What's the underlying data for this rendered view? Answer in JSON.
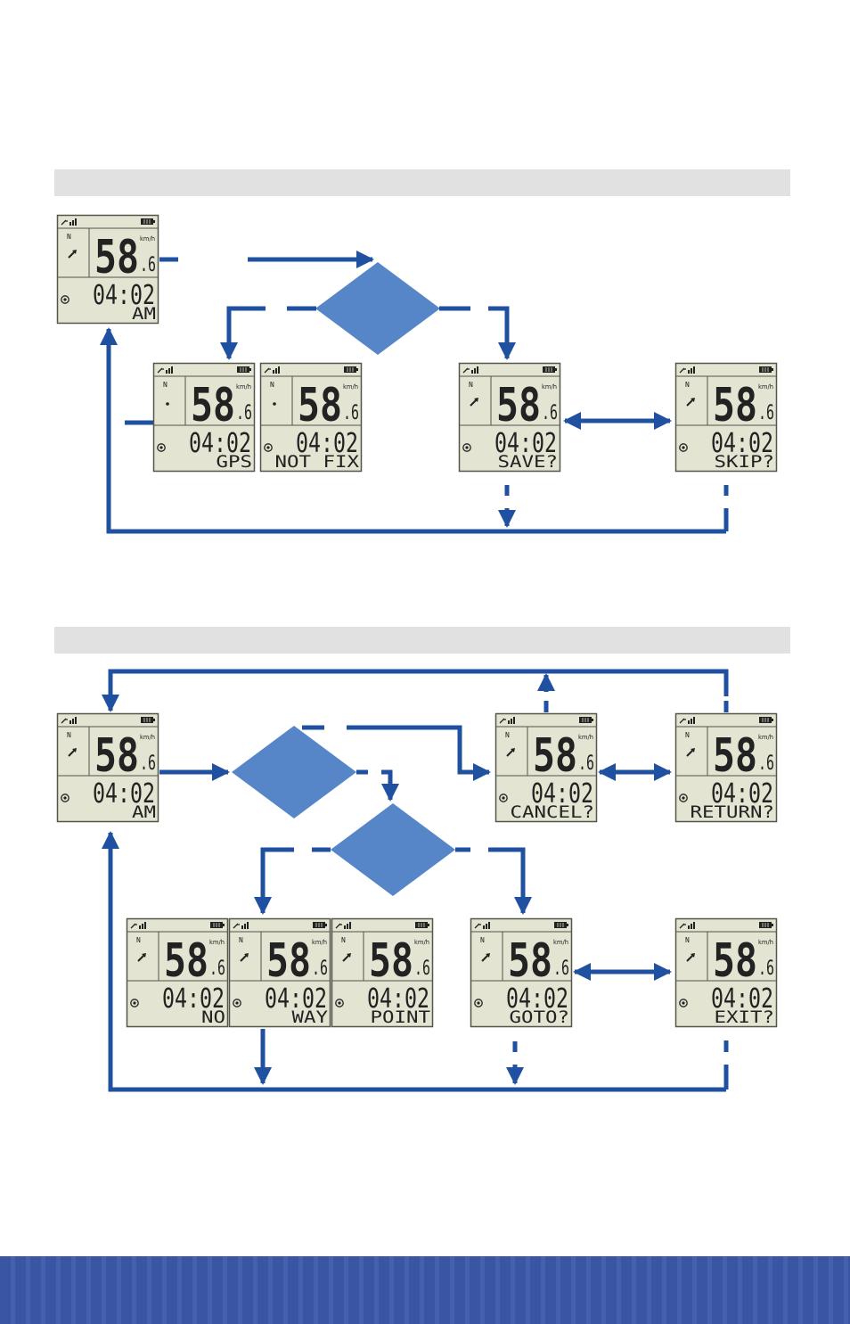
{
  "sections": [
    {
      "name": "section-1"
    },
    {
      "name": "section-2"
    }
  ],
  "screen_common": {
    "speed_main": "58",
    "speed_decimal": ".6",
    "speed_unit": "km/h",
    "time": "04:02",
    "north_label": "N"
  },
  "screens": [
    {
      "name": "home-screen-1",
      "label": "AM",
      "indicator": "arrow"
    },
    {
      "name": "gps-screen",
      "label": "GPS",
      "indicator": "dot"
    },
    {
      "name": "not-fix-screen",
      "label": "NOT FIX",
      "indicator": "dot"
    },
    {
      "name": "save-screen",
      "label": "SAVE?",
      "indicator": "arrow"
    },
    {
      "name": "skip-screen",
      "label": "SKIP?",
      "indicator": "arrow"
    },
    {
      "name": "home-screen-2",
      "label": "AM",
      "indicator": "arrow"
    },
    {
      "name": "cancel-screen",
      "label": "CANCEL?",
      "indicator": "arrow"
    },
    {
      "name": "return-screen",
      "label": "RETURN?",
      "indicator": "arrow"
    },
    {
      "name": "no-screen",
      "label": "NO",
      "indicator": "arrow"
    },
    {
      "name": "way-screen",
      "label": "WAY",
      "indicator": "arrow"
    },
    {
      "name": "point-screen",
      "label": "POINT",
      "indicator": "arrow"
    },
    {
      "name": "goto-screen",
      "label": "GOTO?",
      "indicator": "arrow"
    },
    {
      "name": "exit-screen",
      "label": "EXIT?",
      "indicator": "arrow"
    }
  ],
  "decisions": [
    {
      "name": "decision-1"
    },
    {
      "name": "decision-2"
    },
    {
      "name": "decision-3"
    }
  ],
  "colors": {
    "flow_line": "#2050a0",
    "decision_fill": "#5686c8",
    "screen_bg": "#e3e4d2",
    "screen_border": "#55554a",
    "lcd_text": "#222222",
    "section_bar": "#e1e1e1",
    "footer_band": "#3a55a3"
  }
}
